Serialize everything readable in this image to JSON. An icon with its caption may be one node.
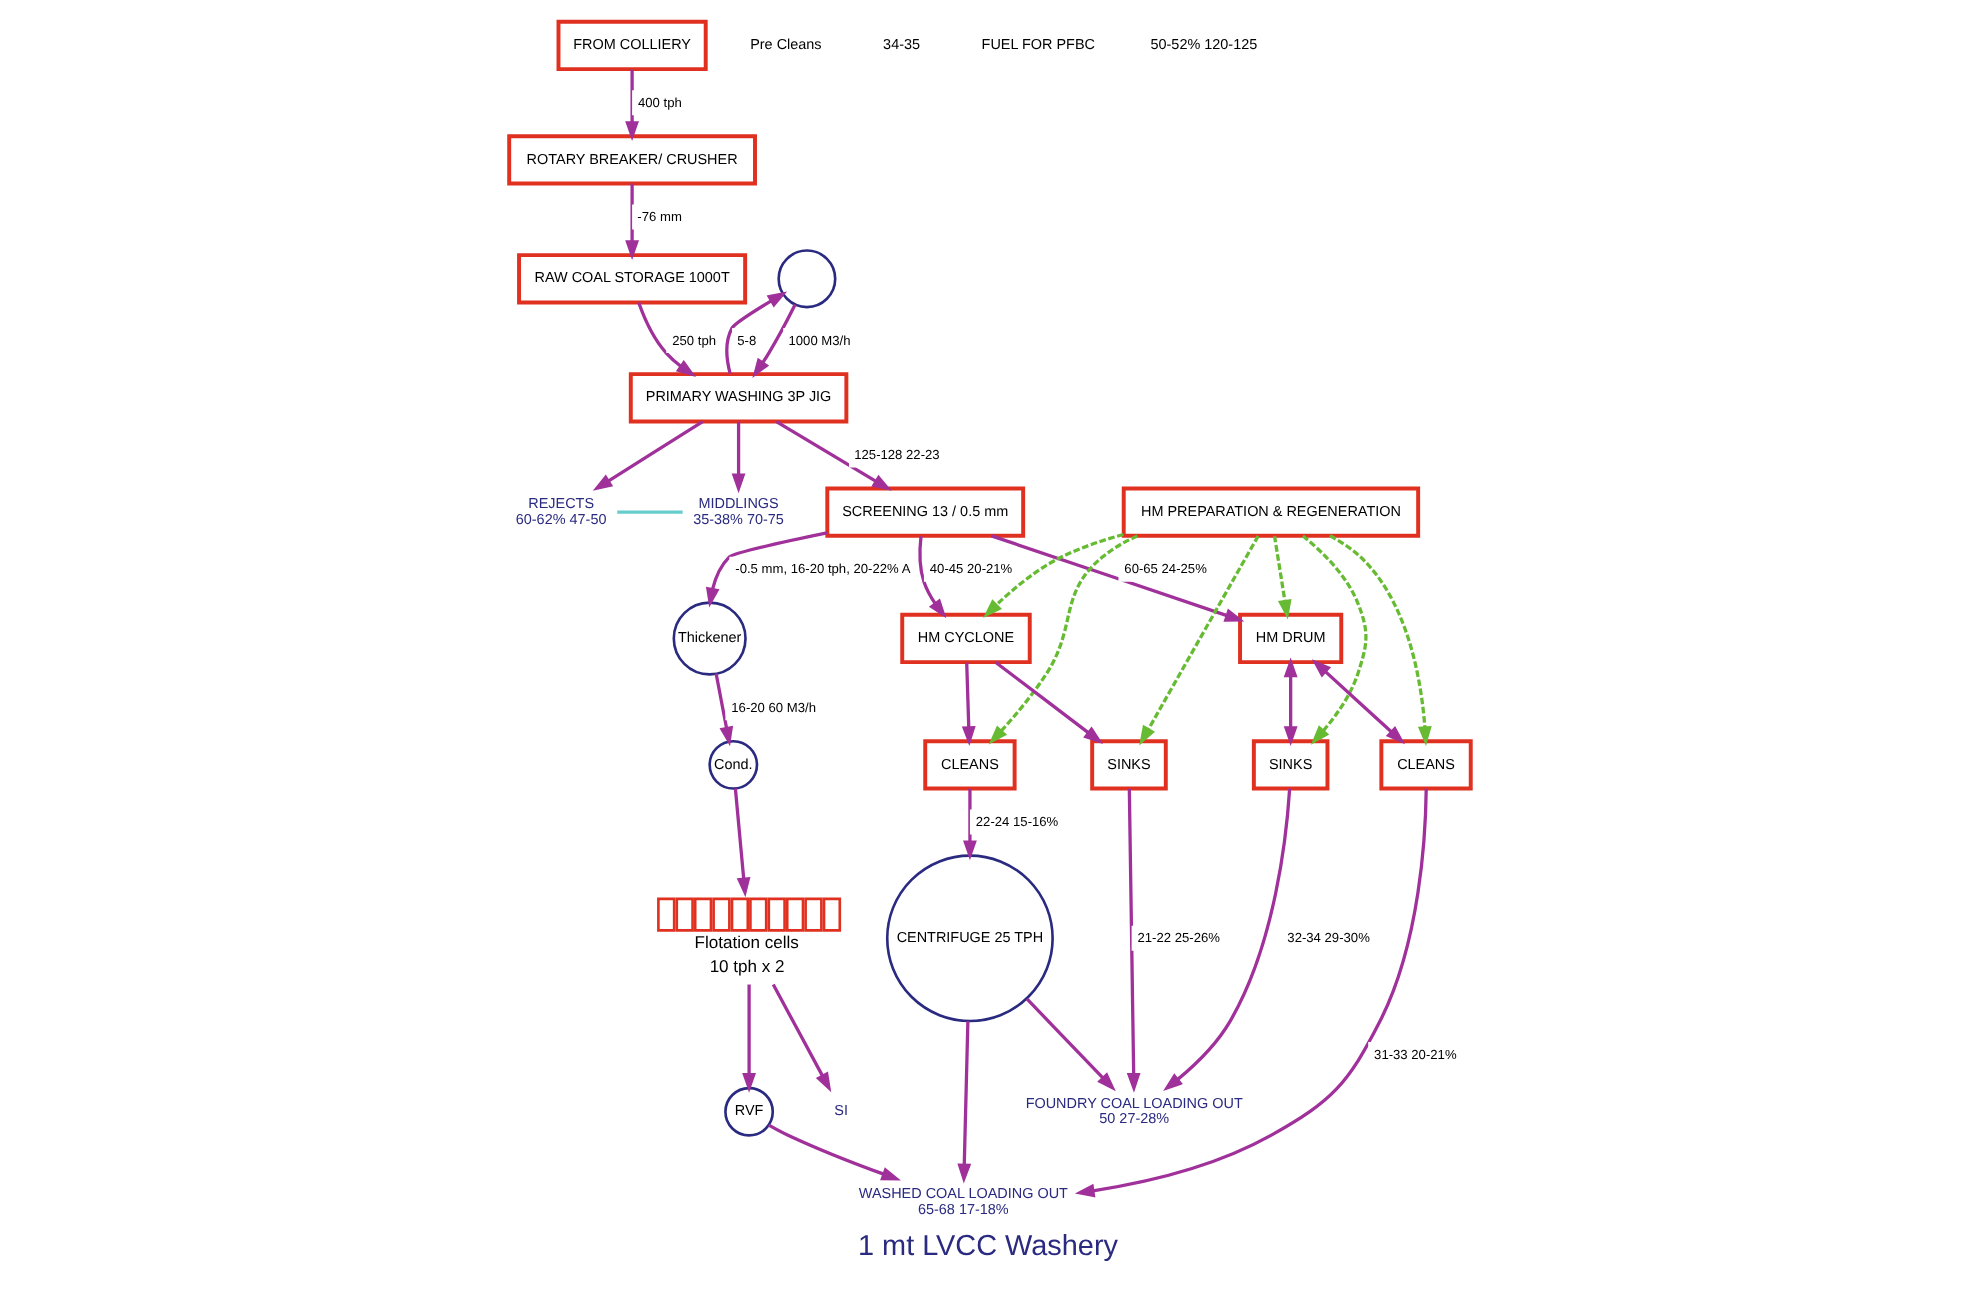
{
  "diagram": {
    "title": "1 mt LVCC Washery",
    "nodes": [
      {
        "text": [
          "FROM COLLIERY"
        ]
      },
      {
        "text": [
          "ROTARY BREAKER/ CRUSHER"
        ]
      },
      {
        "text": [
          "RAW COAL STORAGE 1000T"
        ]
      },
      {
        "text": [],
        "shape": "circle"
      },
      {
        "text": [
          "PRIMARY WASHING 3P JIG"
        ]
      },
      {
        "text": [
          "REJECTS",
          "60-62% 47-50"
        ]
      },
      {
        "text": [
          "MIDDLINGS",
          "35-38% 70-75"
        ]
      },
      {
        "text": [
          "SCREENING 13 / 0.5 mm"
        ]
      },
      {
        "text": [
          "HM PREPARATION & REGENERATION"
        ]
      },
      {
        "text": [
          "HM DRUM"
        ]
      },
      {
        "text": [
          "HM CYCLONE"
        ]
      },
      {
        "text": [
          "CLEANS"
        ]
      },
      {
        "text": [
          "SINKS"
        ]
      },
      {
        "text": [
          "CLEANS"
        ]
      },
      {
        "text": [
          "SINKS"
        ]
      },
      {
        "text": [
          "CENTRIFUGE 25 TPH"
        ]
      },
      {
        "text": [
          "Thickener"
        ]
      },
      {
        "text": [
          "Cond."
        ]
      },
      {
        "text": [
          "Flotation cells",
          "10 tph x 2"
        ]
      },
      {
        "text": [
          "RVF"
        ]
      },
      {
        "text": [
          "FOUNDRY COAL LOADING OUT",
          "50 27-28%"
        ]
      },
      {
        "text": [
          "WASHED COAL LOADING OUT",
          "65-68 17-18%"
        ]
      },
      {
        "text": [
          "SI"
        ]
      }
    ],
    "edges": [
      {
        "from": 0,
        "to": 1,
        "arrow": "to",
        "label": "400 tph"
      },
      {
        "from": 1,
        "to": 2,
        "arrow": "to",
        "label": "-76 mm"
      },
      {
        "from": 2,
        "to": 4,
        "arrow": "to",
        "label": "250 tph"
      },
      {
        "from": 3,
        "to": 4,
        "arrow": "to",
        "label": "1000 M3/h"
      },
      {
        "from": 4,
        "to": 3,
        "arrow": "to",
        "label": "5-8"
      },
      {
        "from": 4,
        "to": 7,
        "arrow": "to",
        "label": "125-128 22-23"
      },
      {
        "from": 4,
        "to": 5,
        "arrow": "to"
      },
      {
        "from": 4,
        "to": 6,
        "arrow": "to"
      },
      {
        "from": 5,
        "to": 6,
        "arrow": "none",
        "color": "#66cccc"
      },
      {
        "from": 7,
        "to": 9,
        "arrow": "to",
        "label": "60-65 24-25%"
      },
      {
        "from": 7,
        "to": 10,
        "arrow": "to",
        "label": "40-45 20-21%"
      },
      {
        "from": 7,
        "to": 16,
        "arrow": "to",
        "label": "-0.5 mm, 16-20 tph, 20-22% A"
      },
      {
        "from": 8,
        "to": 9,
        "arrow": "to",
        "style": "dashed",
        "color": "#66bb33"
      },
      {
        "from": 8,
        "to": 10,
        "arrow": "to",
        "style": "dashed",
        "color": "#66bb33"
      },
      {
        "from": 9,
        "to": 11,
        "arrow": "both"
      },
      {
        "from": 9,
        "to": 12,
        "arrow": "both"
      },
      {
        "from": 10,
        "to": 13,
        "arrow": "to"
      },
      {
        "from": 10,
        "to": 14,
        "arrow": "to"
      },
      {
        "from": 8,
        "to": 11,
        "arrow": "to",
        "style": "dashed",
        "color": "#66bb33"
      },
      {
        "from": 8,
        "to": 12,
        "arrow": "to",
        "style": "dashed",
        "color": "#66bb33"
      },
      {
        "from": 8,
        "to": 13,
        "arrow": "to",
        "style": "dashed",
        "color": "#66bb33"
      },
      {
        "from": 8,
        "to": 14,
        "arrow": "to",
        "style": "dashed",
        "color": "#66bb33"
      },
      {
        "from": 13,
        "to": 15,
        "arrow": "to",
        "label": "22-24 15-16%"
      },
      {
        "from": 15,
        "to": 20,
        "arrow": "to"
      },
      {
        "from": 12,
        "to": 20,
        "arrow": "to",
        "label": "32-34 29-30%"
      },
      {
        "from": 14,
        "to": 20,
        "arrow": "to",
        "label": "21-22 25-26%"
      },
      {
        "from": 11,
        "to": 21,
        "arrow": "to",
        "label": "31-33 20-21%"
      },
      {
        "from": 15,
        "to": 21,
        "arrow": "to"
      },
      {
        "from": 19,
        "to": 21,
        "arrow": "to"
      },
      {
        "from": 16,
        "to": 17,
        "arrow": "to",
        "label": "16-20 60 M3/h"
      },
      {
        "from": 17,
        "to": 18,
        "arrow": "to"
      },
      {
        "from": 18,
        "to": 19,
        "arrow": "to"
      },
      {
        "from": 18,
        "to": 22,
        "arrow": "to"
      }
    ],
    "labels": [
      "Pre Cleans",
      "34-35",
      "FUEL FOR PFBC",
      "50-52% 120-125"
    ]
  }
}
